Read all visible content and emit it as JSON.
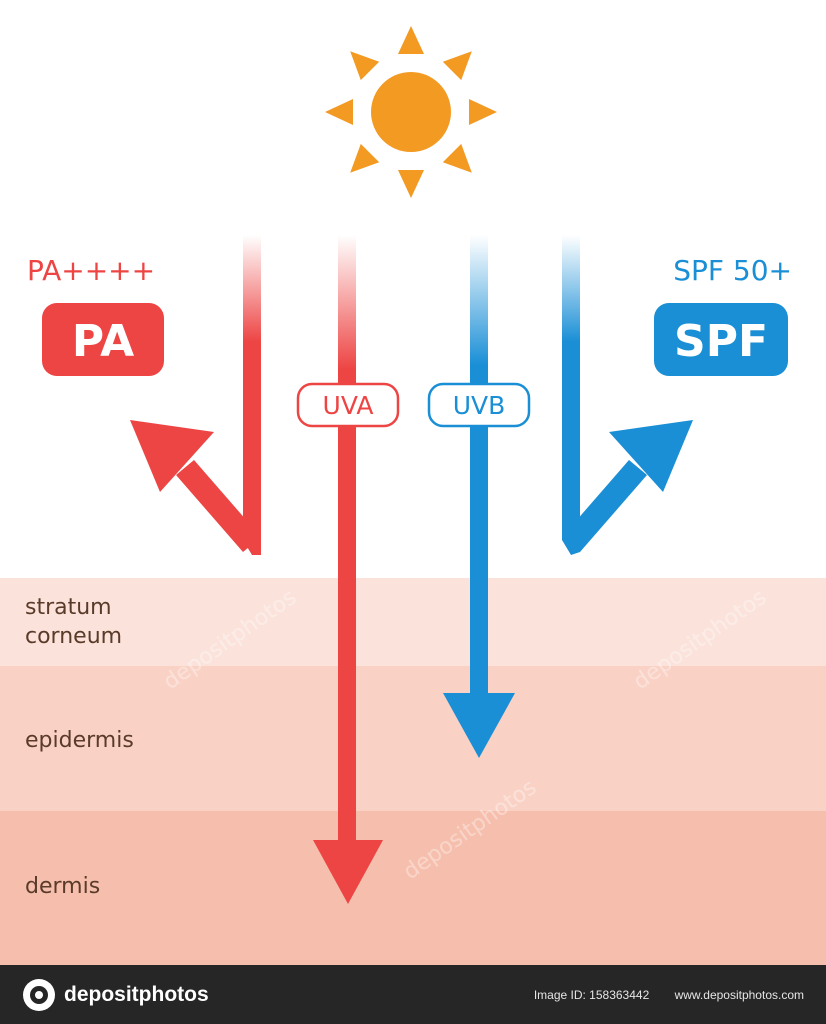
{
  "colors": {
    "uva": "#ed4544",
    "uvb": "#1a8fd6",
    "sun": "#f39a22",
    "layer_stratum": "#fbe3db",
    "layer_epidermis": "#f9d2c5",
    "layer_dermis": "#f6bfad",
    "label_text": "#5a3b2a"
  },
  "sun": {
    "icon": "sun-icon"
  },
  "left": {
    "rating": "PA++++",
    "badge": "PA"
  },
  "right": {
    "rating": "SPF 50+",
    "badge": "SPF"
  },
  "rays": {
    "uva_label": "UVA",
    "uvb_label": "UVB"
  },
  "layers": {
    "stratum_line1": "stratum",
    "stratum_line2": "corneum",
    "epidermis": "epidermis",
    "dermis": "dermis"
  },
  "watermark": "depositphotos",
  "footer": {
    "brand": "depositphotos",
    "image_id": "Image ID: 158363442",
    "website": "www.depositphotos.com"
  }
}
